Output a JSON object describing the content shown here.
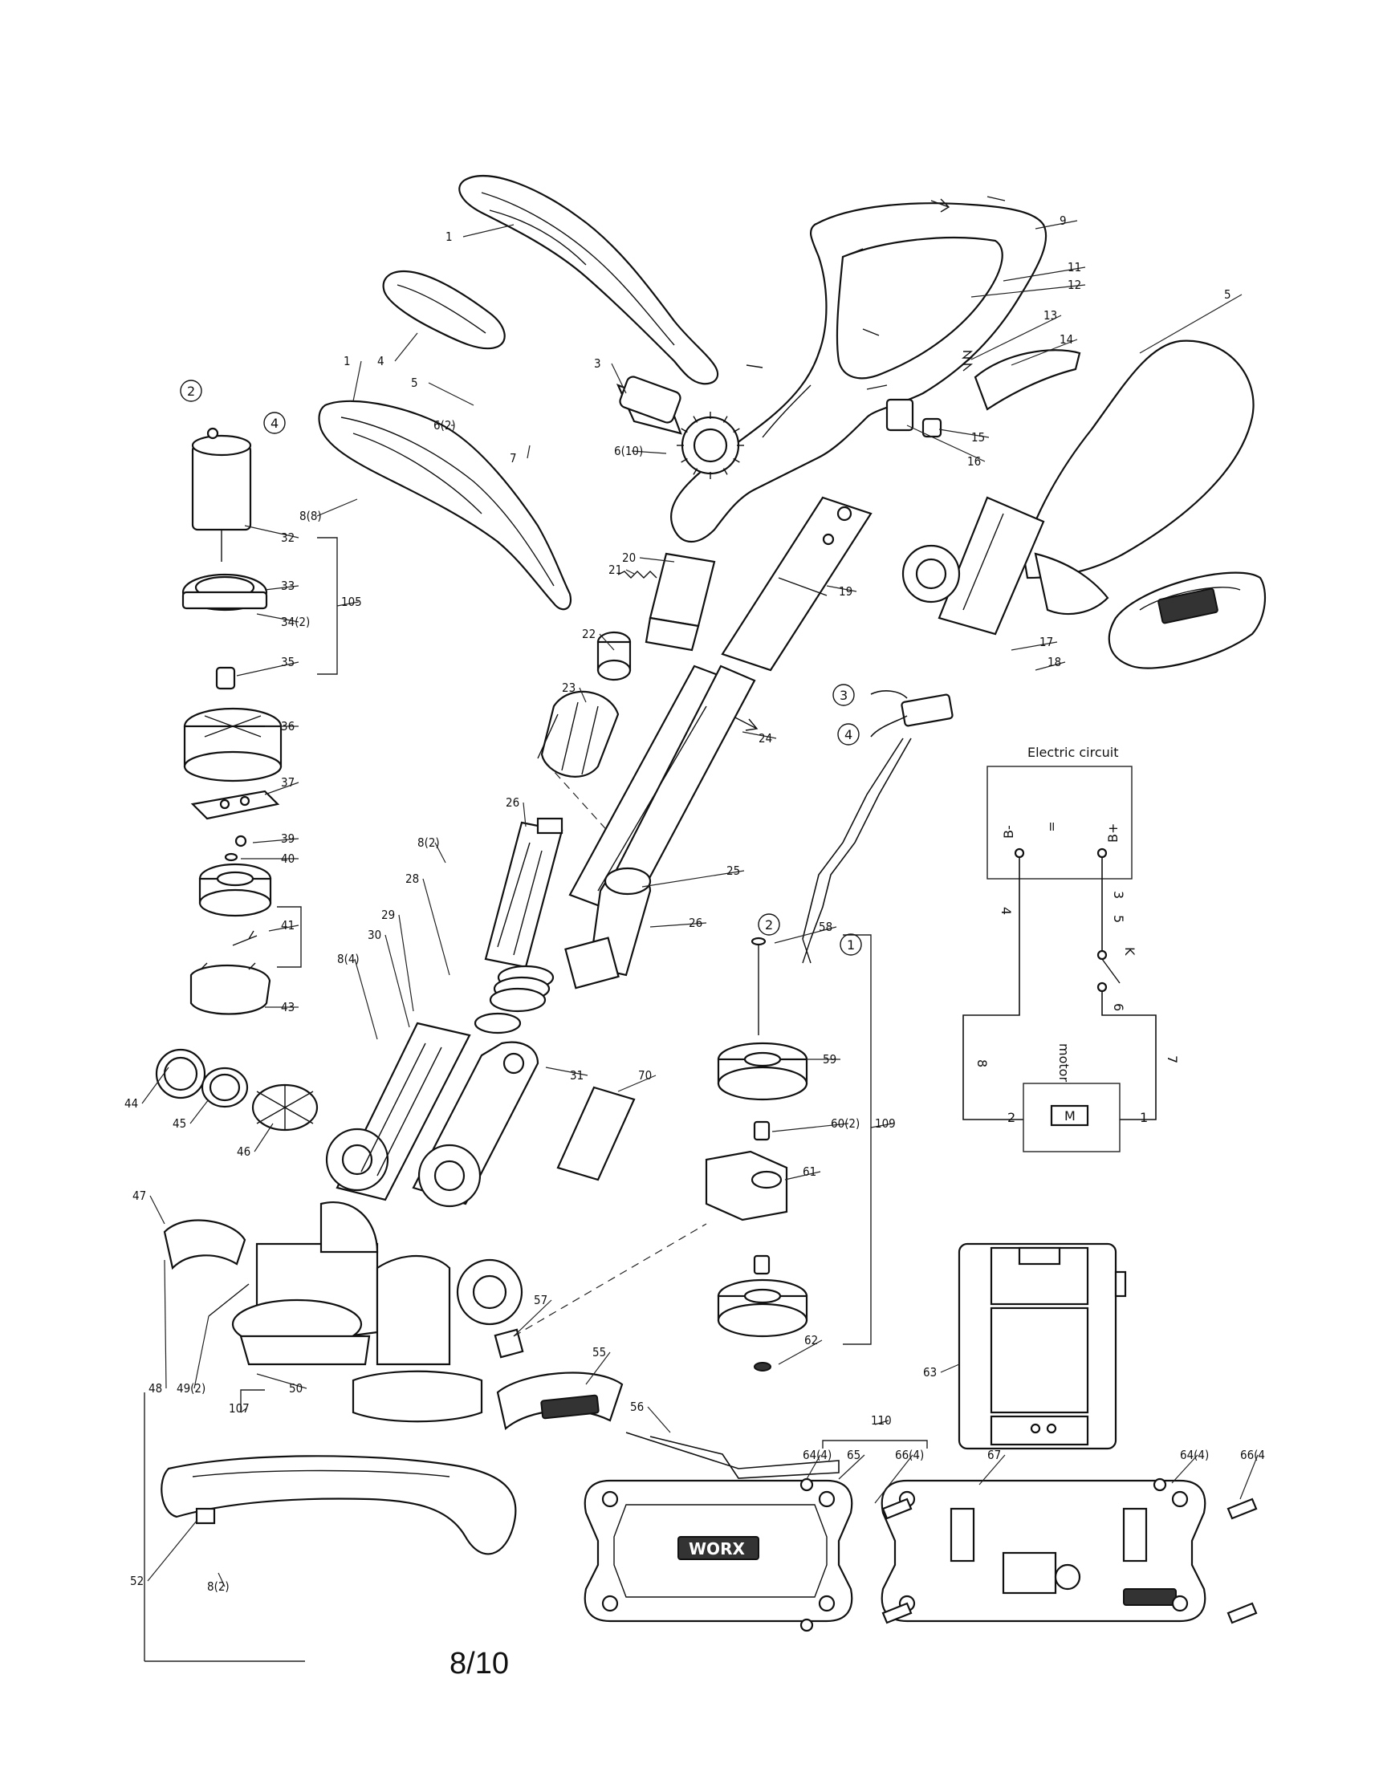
{
  "page_number": "8/10",
  "part_labels": [
    {
      "text": "1"
    },
    {
      "text": "9"
    },
    {
      "text": "11"
    },
    {
      "text": "12"
    },
    {
      "text": "13"
    },
    {
      "text": "14"
    },
    {
      "text": "5"
    },
    {
      "text": "4"
    },
    {
      "text": "3"
    },
    {
      "text": "1"
    },
    {
      "text": "5"
    },
    {
      "text": "6(2)"
    },
    {
      "text": "7"
    },
    {
      "text": "6(10)"
    },
    {
      "text": "15"
    },
    {
      "text": "16"
    },
    {
      "text": "8(8)"
    },
    {
      "text": "32"
    },
    {
      "text": "33"
    },
    {
      "text": "34(2)"
    },
    {
      "text": "105"
    },
    {
      "text": "35"
    },
    {
      "text": "20"
    },
    {
      "text": "21"
    },
    {
      "text": "19"
    },
    {
      "text": "22"
    },
    {
      "text": "23"
    },
    {
      "text": "24"
    },
    {
      "text": "17"
    },
    {
      "text": "18"
    },
    {
      "text": "36"
    },
    {
      "text": "37"
    },
    {
      "text": "39"
    },
    {
      "text": "40"
    },
    {
      "text": "41"
    },
    {
      "text": "26"
    },
    {
      "text": "8(2)"
    },
    {
      "text": "28"
    },
    {
      "text": "29"
    },
    {
      "text": "25"
    },
    {
      "text": "26"
    },
    {
      "text": "30"
    },
    {
      "text": "8(4)"
    },
    {
      "text": "43"
    },
    {
      "text": "44"
    },
    {
      "text": "45"
    },
    {
      "text": "46"
    },
    {
      "text": "31"
    },
    {
      "text": "70"
    },
    {
      "text": "58"
    },
    {
      "text": "59"
    },
    {
      "text": "60(2)"
    },
    {
      "text": "109"
    },
    {
      "text": "61"
    },
    {
      "text": "47"
    },
    {
      "text": "57"
    },
    {
      "text": "55"
    },
    {
      "text": "62"
    },
    {
      "text": "63"
    },
    {
      "text": "48"
    },
    {
      "text": "49(2)"
    },
    {
      "text": "50"
    },
    {
      "text": "56"
    },
    {
      "text": "107"
    },
    {
      "text": "110"
    },
    {
      "text": "64(4)"
    },
    {
      "text": "65"
    },
    {
      "text": "66(4)"
    },
    {
      "text": "67"
    },
    {
      "text": "64(4)"
    },
    {
      "text": "66(4"
    },
    {
      "text": "52"
    },
    {
      "text": "8(2)"
    }
  ],
  "circled_labels": [
    {
      "text": "2"
    },
    {
      "text": "4"
    },
    {
      "text": "3"
    },
    {
      "text": "4"
    },
    {
      "text": "2"
    },
    {
      "text": "1"
    }
  ],
  "circuit": {
    "title": "Electric circuit",
    "battery_neg": "B-",
    "battery_pos": "B+",
    "motor_label": "motor",
    "motor_symbol": "M",
    "switch_label": "K",
    "wire_labels": [
      "4",
      "3",
      "5",
      "6",
      "8",
      "7",
      "2",
      "1"
    ]
  },
  "brand_text": "WORX"
}
